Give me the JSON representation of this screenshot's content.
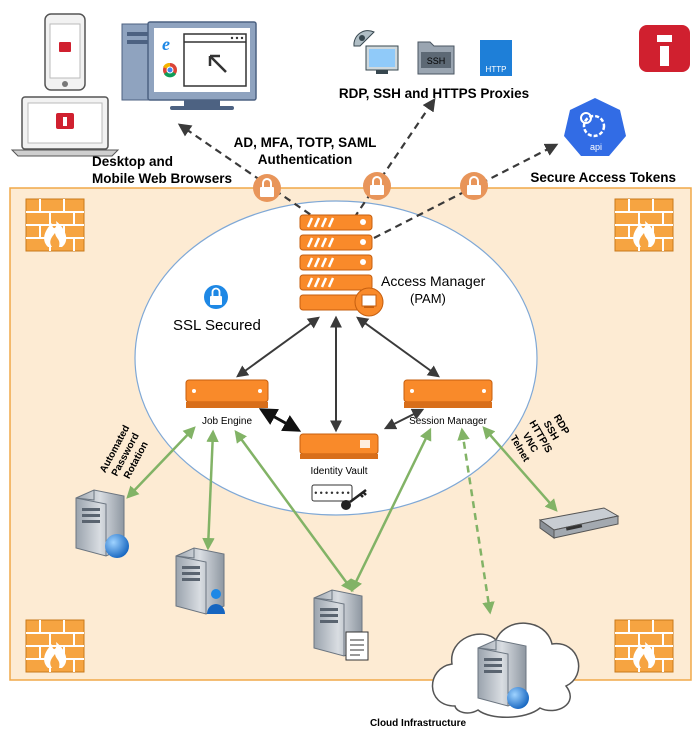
{
  "labels": {
    "proxies": "RDP, SSH and HTTPS Proxies",
    "auth_line1": "AD, MFA, TOTP, SAML",
    "auth_line2": "Authentication",
    "browsers_line1": "Desktop and",
    "browsers_line2": "Mobile Web Browsers",
    "tokens": "Secure Access Tokens",
    "access_manager": "Access Manager",
    "pam": "(PAM)",
    "ssl": "SSL Secured",
    "job_engine": "Job Engine",
    "session_manager": "Session Manager",
    "identity_vault": "Identity Vault",
    "rotation_line1": "Automated",
    "rotation_line2": "Password",
    "rotation_line3": "Rotation",
    "cloud": "Cloud Infrastructure"
  },
  "protocols": [
    "RDP",
    "SSH",
    "HTTP/S",
    "VNC",
    "Telnet"
  ],
  "icon_text": {
    "ssh": "SSH",
    "http": "HTTP",
    "api": "api"
  },
  "colors": {
    "perimeter_fill": "#fdebd3",
    "perimeter_stroke": "#f0a848",
    "appliance": "#f98a2a",
    "lock_circle": "#e8955a",
    "green_link": "#82b366",
    "brand_red": "#d0202f",
    "api_blue": "#326ce5"
  }
}
